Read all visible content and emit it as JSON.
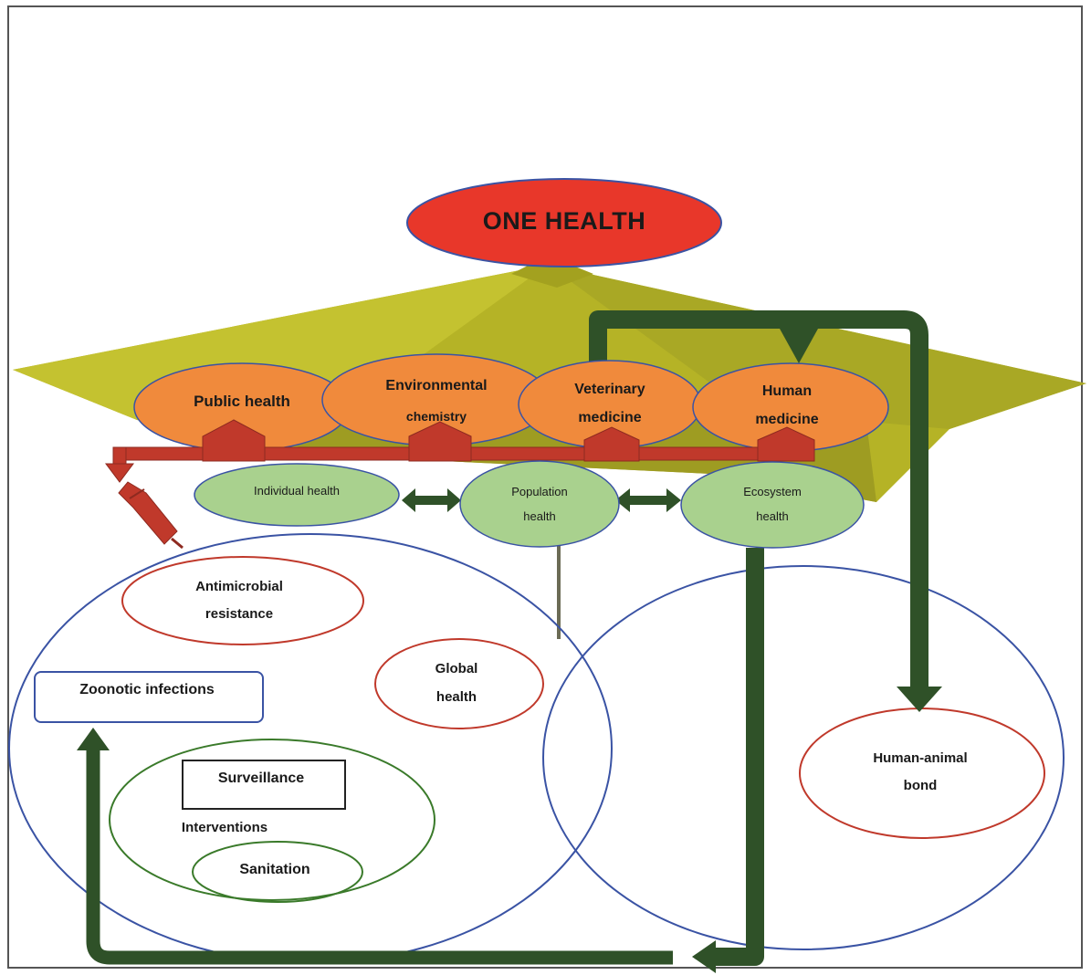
{
  "title": "ONE HEALTH",
  "disciplines": [
    {
      "line1": "Public health",
      "line2": ""
    },
    {
      "line1": "Environmental",
      "line2": "chemistry"
    },
    {
      "line1": "Veterinary",
      "line2": "medicine"
    },
    {
      "line1": "Human",
      "line2": "medicine"
    }
  ],
  "health_levels": [
    {
      "line1": "Individual health",
      "line2": ""
    },
    {
      "line1": "Population",
      "line2": "health"
    },
    {
      "line1": "Ecosystem",
      "line2": "health"
    }
  ],
  "topics": {
    "antimicrobial_line1": "Antimicrobial",
    "antimicrobial_line2": "resistance",
    "global_line1": "Global",
    "global_line2": "health",
    "zoonotic": "Zoonotic infections",
    "surveillance": "Surveillance",
    "interventions": "Interventions",
    "sanitation": "Sanitation",
    "human_animal_line1": "Human-animal",
    "human_animal_line2": "bond"
  },
  "colors": {
    "title_fill": "#e8372a",
    "discipline_fill": "#f08a3c",
    "health_fill": "#a9d18e",
    "arrow_green": "#2f5128",
    "arrow_red": "#c0392b",
    "umbrella": "#b8b82a",
    "circle_outline": "#3a53a4",
    "topic_outline_red": "#c0392b",
    "topic_outline_green": "#3a7a2a"
  }
}
